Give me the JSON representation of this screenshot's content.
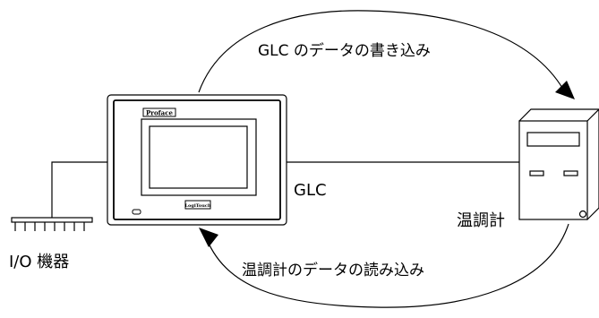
{
  "labels": {
    "write": "GLC のデータの書き込み",
    "read": "温調計のデータの読み込み",
    "glc": "GLC",
    "controller": "温調計",
    "io": "I/O 機器"
  },
  "device": {
    "brand": "Proface",
    "model": "LogiTouch"
  },
  "colors": {
    "line": "#000000",
    "background": "#ffffff"
  }
}
